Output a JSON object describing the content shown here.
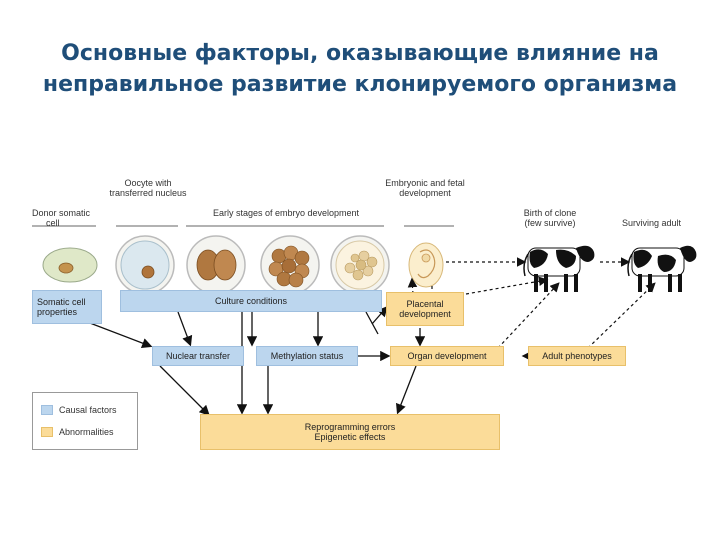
{
  "title": {
    "line1": "Основные факторы, оказывающие влияние на",
    "line2": "неправильное развитие клонируемого организма"
  },
  "labels": {
    "donor_line1": "Donor somatic",
    "donor_line2": "cell",
    "oocyte_line1": "Oocyte with",
    "oocyte_line2": "transferred nucleus",
    "early_stages": "Early stages of embryo development",
    "embryonic_line1": "Embryonic and fetal",
    "embryonic_line2": "development",
    "birth_line1": "Birth of clone",
    "birth_line2": "(few survive)",
    "surviving": "Surviving adult"
  },
  "boxes": {
    "somatic_line1": "Somatic cell",
    "somatic_line2": "properties",
    "culture": "Culture conditions",
    "placental_line1": "Placental",
    "placental_line2": "development",
    "nuclear": "Nuclear transfer",
    "methylation": "Methylation status",
    "organ": "Organ development",
    "adult": "Adult phenotypes",
    "reprogramming_line1": "Reprogramming errors",
    "reprogramming_line2": "Epigenetic effects"
  },
  "legend": {
    "causal": "Causal factors",
    "abnormalities": "Abnormalities"
  },
  "colors": {
    "causal": "#bcd6ee",
    "abnormal": "#fbdc99",
    "title": "#1f4e79"
  }
}
